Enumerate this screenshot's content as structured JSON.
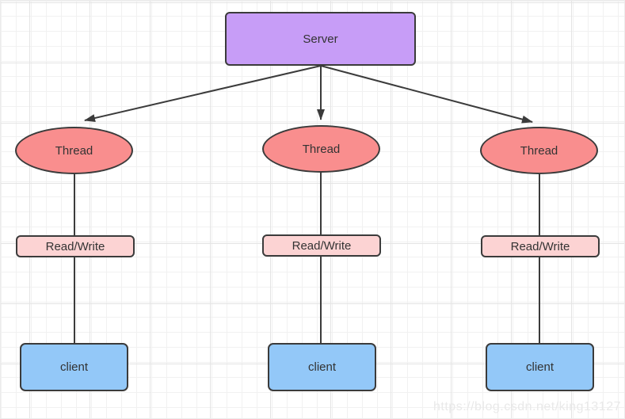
{
  "diagram": {
    "server": {
      "label": "Server"
    },
    "columns": [
      {
        "thread": "Thread",
        "read_write": "Read/Write",
        "client": "client"
      },
      {
        "thread": "Thread",
        "read_write": "Read/Write",
        "client": "client"
      },
      {
        "thread": "Thread",
        "read_write": "Read/Write",
        "client": "client"
      }
    ],
    "watermark": "https://blog.csdn.net/king13127",
    "colors": {
      "server_fill": "#c79df7",
      "thread_fill": "#f98e8e",
      "read_write_fill": "#fcd3d3",
      "client_fill": "#93c8f8",
      "stroke": "#3b3b3b",
      "text": "#333333",
      "grid_minor": "#f1f1f1",
      "grid_major": "#e4e4e4",
      "watermark_color": "#e9e9e9"
    }
  }
}
